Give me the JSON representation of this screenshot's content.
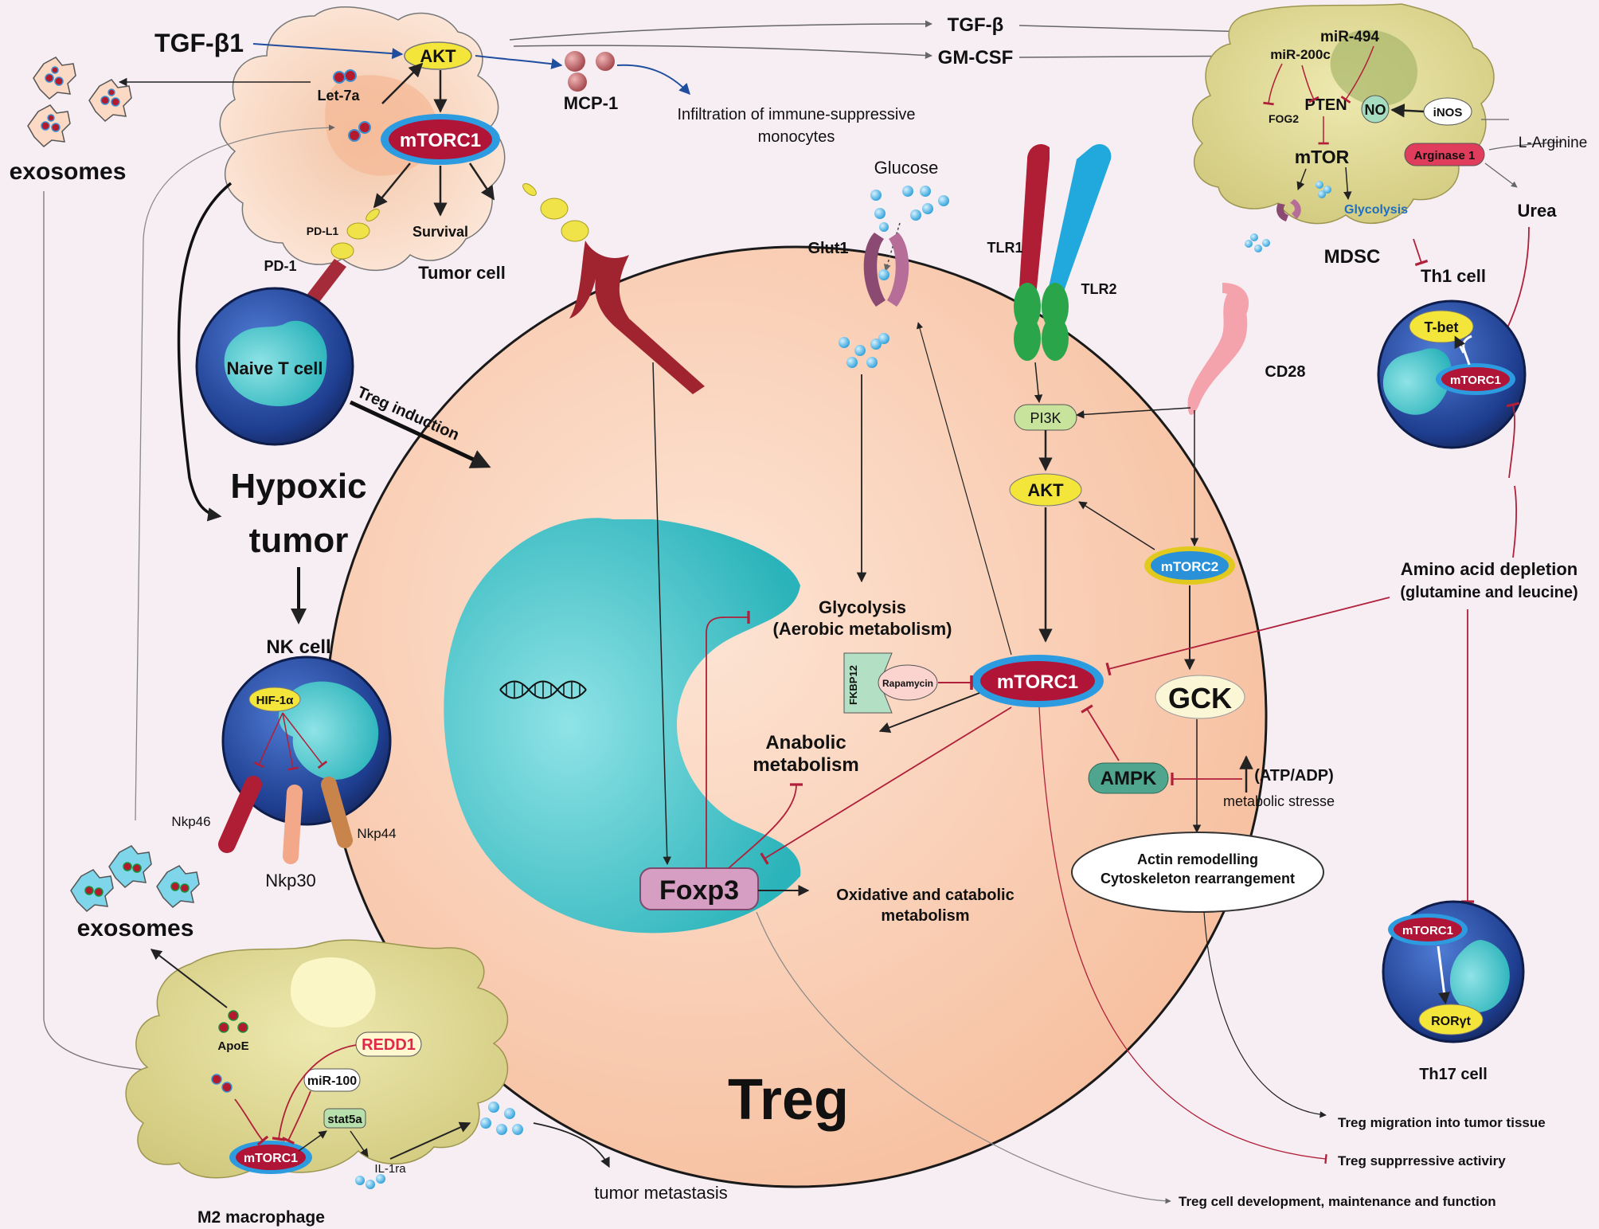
{
  "tumor_cell": {
    "label": "Tumor cell",
    "akt": "AKT",
    "mtorc1": "mTORC1",
    "survival": "Survival",
    "pdl1": "PD-L1",
    "let7a": "Let-7a",
    "mcp1": "MCP-1"
  },
  "top": {
    "tgfb1": "TGF-β1",
    "tgfb": "TGF-β",
    "gmcsf": "GM-CSF",
    "exosomes": "exosomes",
    "infiltration_line1": "Infiltration of immune-suppressive",
    "infiltration_line2": "monocytes"
  },
  "naive_t": {
    "label": "Naive T cell",
    "pd1": "PD-1",
    "treg_induction": "Treg induction"
  },
  "hypoxic": {
    "line1": "Hypoxic",
    "line2": "tumor"
  },
  "nk": {
    "label": "NK cell",
    "hif": "HIF-1α",
    "nkp46": "Nkp46",
    "nkp30": "Nkp30",
    "nkp44": "Nkp44"
  },
  "exosomes2": "exosomes",
  "m2": {
    "label": "M2 macrophage",
    "apoe": "ApoE",
    "redd1": "REDD1",
    "mir100": "miR-100",
    "stat5a": "stat5a",
    "mtorc1": "mTORC1",
    "il1ra": "IL-1ra",
    "metastasis": "tumor metastasis"
  },
  "treg": {
    "title": "Treg",
    "glucose": "Glucose",
    "glut1": "Glut1",
    "tlr1": "TLR1",
    "tlr2": "TLR2",
    "cd28": "CD28",
    "pi3k": "PI3K",
    "akt": "AKT",
    "mtorc2": "mTORC2",
    "mtorc1": "mTORC1",
    "glycolysis1": "Glycolysis",
    "glycolysis2": "(Aerobic metabolism)",
    "fkbp12": "FKBP12",
    "rapamycin": "Rapamycin",
    "gck": "GCK",
    "anabolic1": "Anabolic",
    "anabolic2": "metabolism",
    "ampk": "AMPK",
    "atp": "(ATP/ADP)",
    "stress": "metabolic stresse",
    "actin1": "Actin remodelling",
    "actin2": "Cytoskeleton rearrangement",
    "foxp3": "Foxp3",
    "oxid1": "Oxidative and catabolic",
    "oxid2": "metabolism"
  },
  "mdsc": {
    "label": "MDSC",
    "mir494": "miR-494",
    "mir200c": "miR-200c",
    "pten": "PTEN",
    "fog2": "FOG2",
    "no": "NO",
    "inos": "iNOS",
    "mtor": "mTOR",
    "arginase": "Arginase 1",
    "glycolysis": "Glycolysis",
    "larginine": "L-Arginine",
    "urea": "Urea"
  },
  "th1": {
    "label": "Th1 cell",
    "tbet": "T-bet",
    "mtorc1": "mTORC1"
  },
  "aa": {
    "line1": "Amino acid depletion",
    "line2": "(glutamine and leucine)"
  },
  "th17": {
    "label": "Th17 cell",
    "mtorc1": "mTORC1",
    "roryt": "RORγt"
  },
  "outcomes": {
    "migration": "Treg migration into tumor tissue",
    "suppressive": "Treg supprressive activiry",
    "development": "Treg cell development, maintenance and function"
  },
  "colors": {
    "background": "#f7eef4",
    "treg_cell": "#f9c9ad",
    "nucleus": "#3cc3c8",
    "cell_blue": "#1e3d8f",
    "mtorc_red": "#b01538",
    "akt_yellow": "#f3e53a",
    "mdsc_olive": "#d8d28a",
    "inhibit": "#b0203a"
  }
}
